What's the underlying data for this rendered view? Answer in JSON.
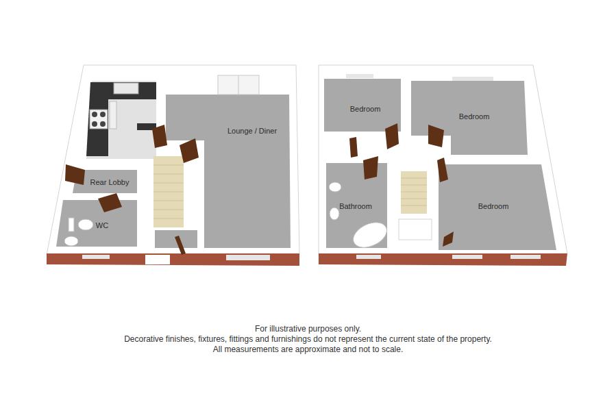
{
  "diagram": {
    "nodes": [
      {
        "text": [
          "Lounge / Diner"
        ]
      },
      {
        "text": [
          "Rear Lobby"
        ]
      },
      {
        "text": [
          "WC"
        ]
      },
      {
        "text": [
          "Bedroom"
        ]
      },
      {
        "text": [
          "Bedroom"
        ]
      },
      {
        "text": [
          "Bathroom"
        ]
      },
      {
        "text": [
          "Bedroom"
        ]
      }
    ],
    "labels": [
      "For illustrative purposes only.",
      "Decorative finishes, fixtures, fittings and furnishings do not represent the current state of the property.",
      "All measurements are approximate and not to scale."
    ]
  }
}
